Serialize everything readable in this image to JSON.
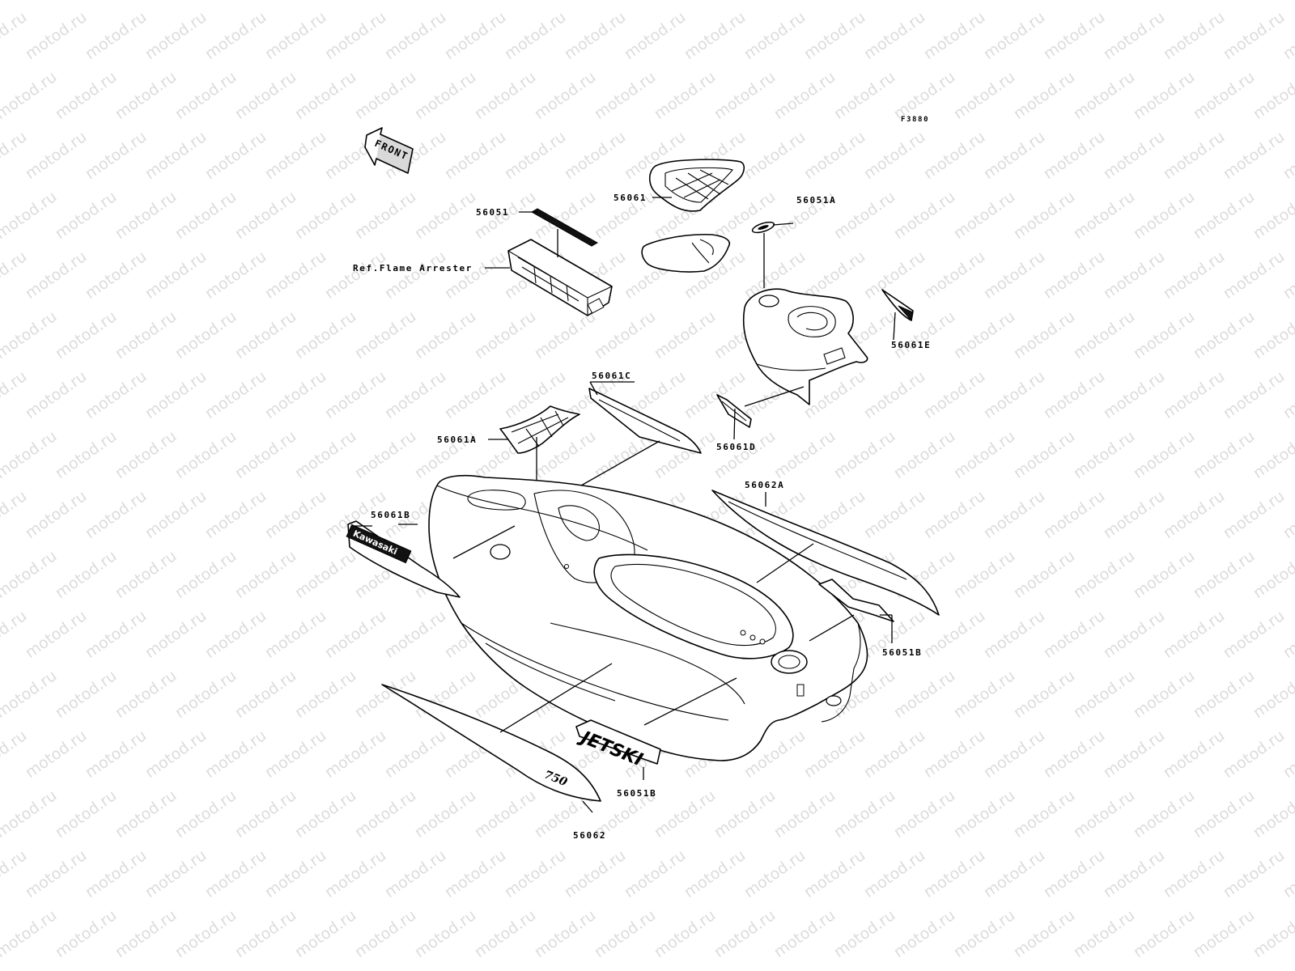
{
  "watermark": "motod.ru",
  "figure_code": "F3880",
  "front_arrow": "FRONT",
  "decals": {
    "kawasaki_text": "Kawasaki",
    "jetski_text": "JETSKI",
    "model_text": "750"
  },
  "labels": {
    "p56051": "56051",
    "p56061": "56061",
    "p56051A": "56051A",
    "ref_flame": "Ref.Flame Arrester",
    "p56061E": "56061E",
    "p56061C": "56061C",
    "p56061A": "56061A",
    "p56061D": "56061D",
    "p56062A": "56062A",
    "p56061B": "56061B",
    "p56051B_right": "56051B",
    "p56051B_bottom": "56051B",
    "p56062": "56062"
  },
  "colors": {
    "line": "#000000",
    "watermark": "#dcdcdc",
    "background": "#ffffff"
  }
}
